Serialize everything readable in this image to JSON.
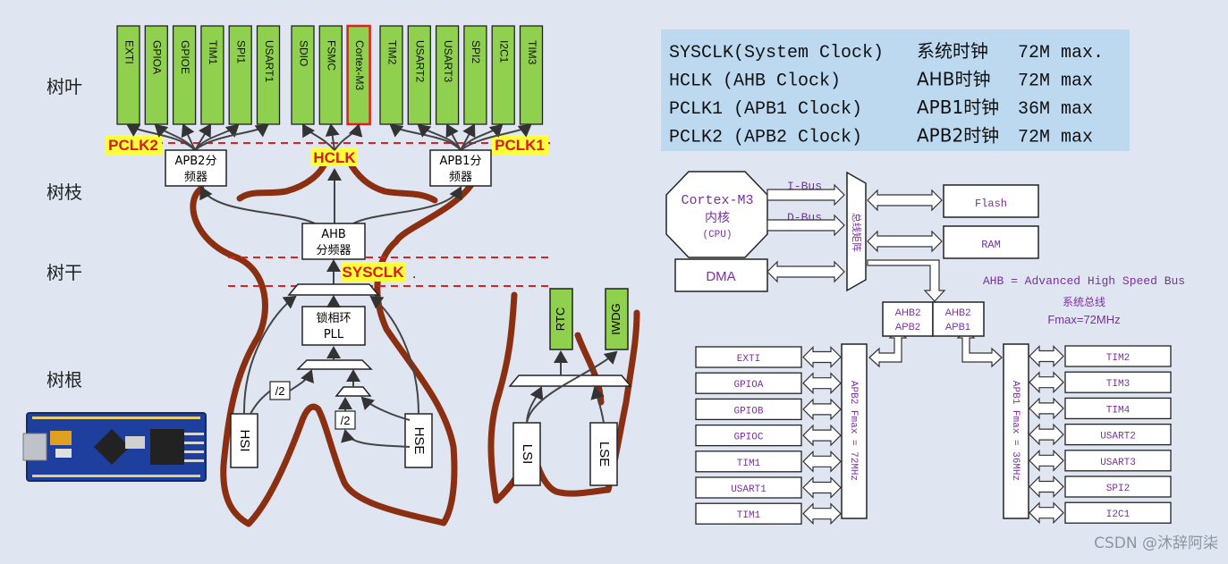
{
  "tree_levels": {
    "leaf": "树叶",
    "branch": "树枝",
    "trunk": "树干",
    "root": "树根"
  },
  "peripherals_apb2": [
    "EXTI",
    "GPIOA",
    "GPIOE",
    "TIM1",
    "SPI1",
    "USART1"
  ],
  "peripherals_ahb": [
    "SDIO",
    "FSMC",
    "Cortex-M3"
  ],
  "peripherals_apb1": [
    "TIM2",
    "USART2",
    "USART3",
    "SPI2",
    "I2C1",
    "TIM3"
  ],
  "clock_labels": {
    "pclk2": "PCLK2",
    "pclk1": "PCLK1",
    "hclk": "HCLK",
    "sysclk": "SYSCLK",
    "dot": "."
  },
  "boxes": {
    "apb2_prescaler": [
      "APB2分",
      "频器"
    ],
    "apb1_prescaler": [
      "APB1分",
      "频器"
    ],
    "ahb_prescaler": [
      "AHB",
      "分频器"
    ],
    "pll": [
      "锁相环",
      "PLL"
    ],
    "div2_a": "/2",
    "div2_b": "/2"
  },
  "oscillators": {
    "hsi": "HSI",
    "hse": "HSE",
    "lsi": "LSI",
    "lse": "LSE"
  },
  "rtc_wdg": {
    "rtc": "RTC",
    "iwdg": "IWDG"
  },
  "clock_table": [
    {
      "name": "SYSCLK(System Clock)",
      "cn": "系统时钟",
      "max": "72M max."
    },
    {
      "name": "HCLK  (AHB Clock)",
      "cn": "AHB时钟",
      "max": "72M max"
    },
    {
      "name": "PCLK1 (APB1 Clock)",
      "cn": "APB1时钟",
      "max": "36M max"
    },
    {
      "name": "PCLK2 (APB2 Clock)",
      "cn": "APB2时钟",
      "max": "72M max"
    }
  ],
  "bus": {
    "cpu_lines": [
      "Cortex-M3",
      "内核",
      "(CPU)"
    ],
    "ibus": "I-Bus",
    "dbus": "D-Bus",
    "matrix": "总线矩阵",
    "flash": "Flash",
    "ram": "RAM",
    "dma": "DMA",
    "ahb_note": "AHB = Advanced High Speed Bus",
    "ahb_note_cn": "系统总线",
    "ahb_fmax": "Fmax=72MHz",
    "bridge2": [
      "AHB2",
      "APB2"
    ],
    "bridge1": [
      "AHB2",
      "APB1"
    ],
    "apb2_bus": "APB2 Fmax = 72MHz",
    "apb1_bus": "APB1 Fmax = 36MHz",
    "apb2_list": [
      "EXTI",
      "GPIOA",
      "GPIOB",
      "GPIOC",
      "TIM1",
      "USART1",
      "TIM1"
    ],
    "apb1_list": [
      "TIM2",
      "TIM3",
      "TIM4",
      "USART2",
      "USART3",
      "SPI2",
      "I2C1"
    ]
  },
  "watermark": "CSDN @沐辞阿柒",
  "colors": {
    "background": "#dfe6f1",
    "peripheral_green": "#8fd04f",
    "highlight_yellow": "#ffff3a",
    "dashed_red": "#e02020",
    "tree_brown": "#8b2f12",
    "table_blue": "#bcd9f0",
    "bus_purple": "#7a2fa0"
  }
}
